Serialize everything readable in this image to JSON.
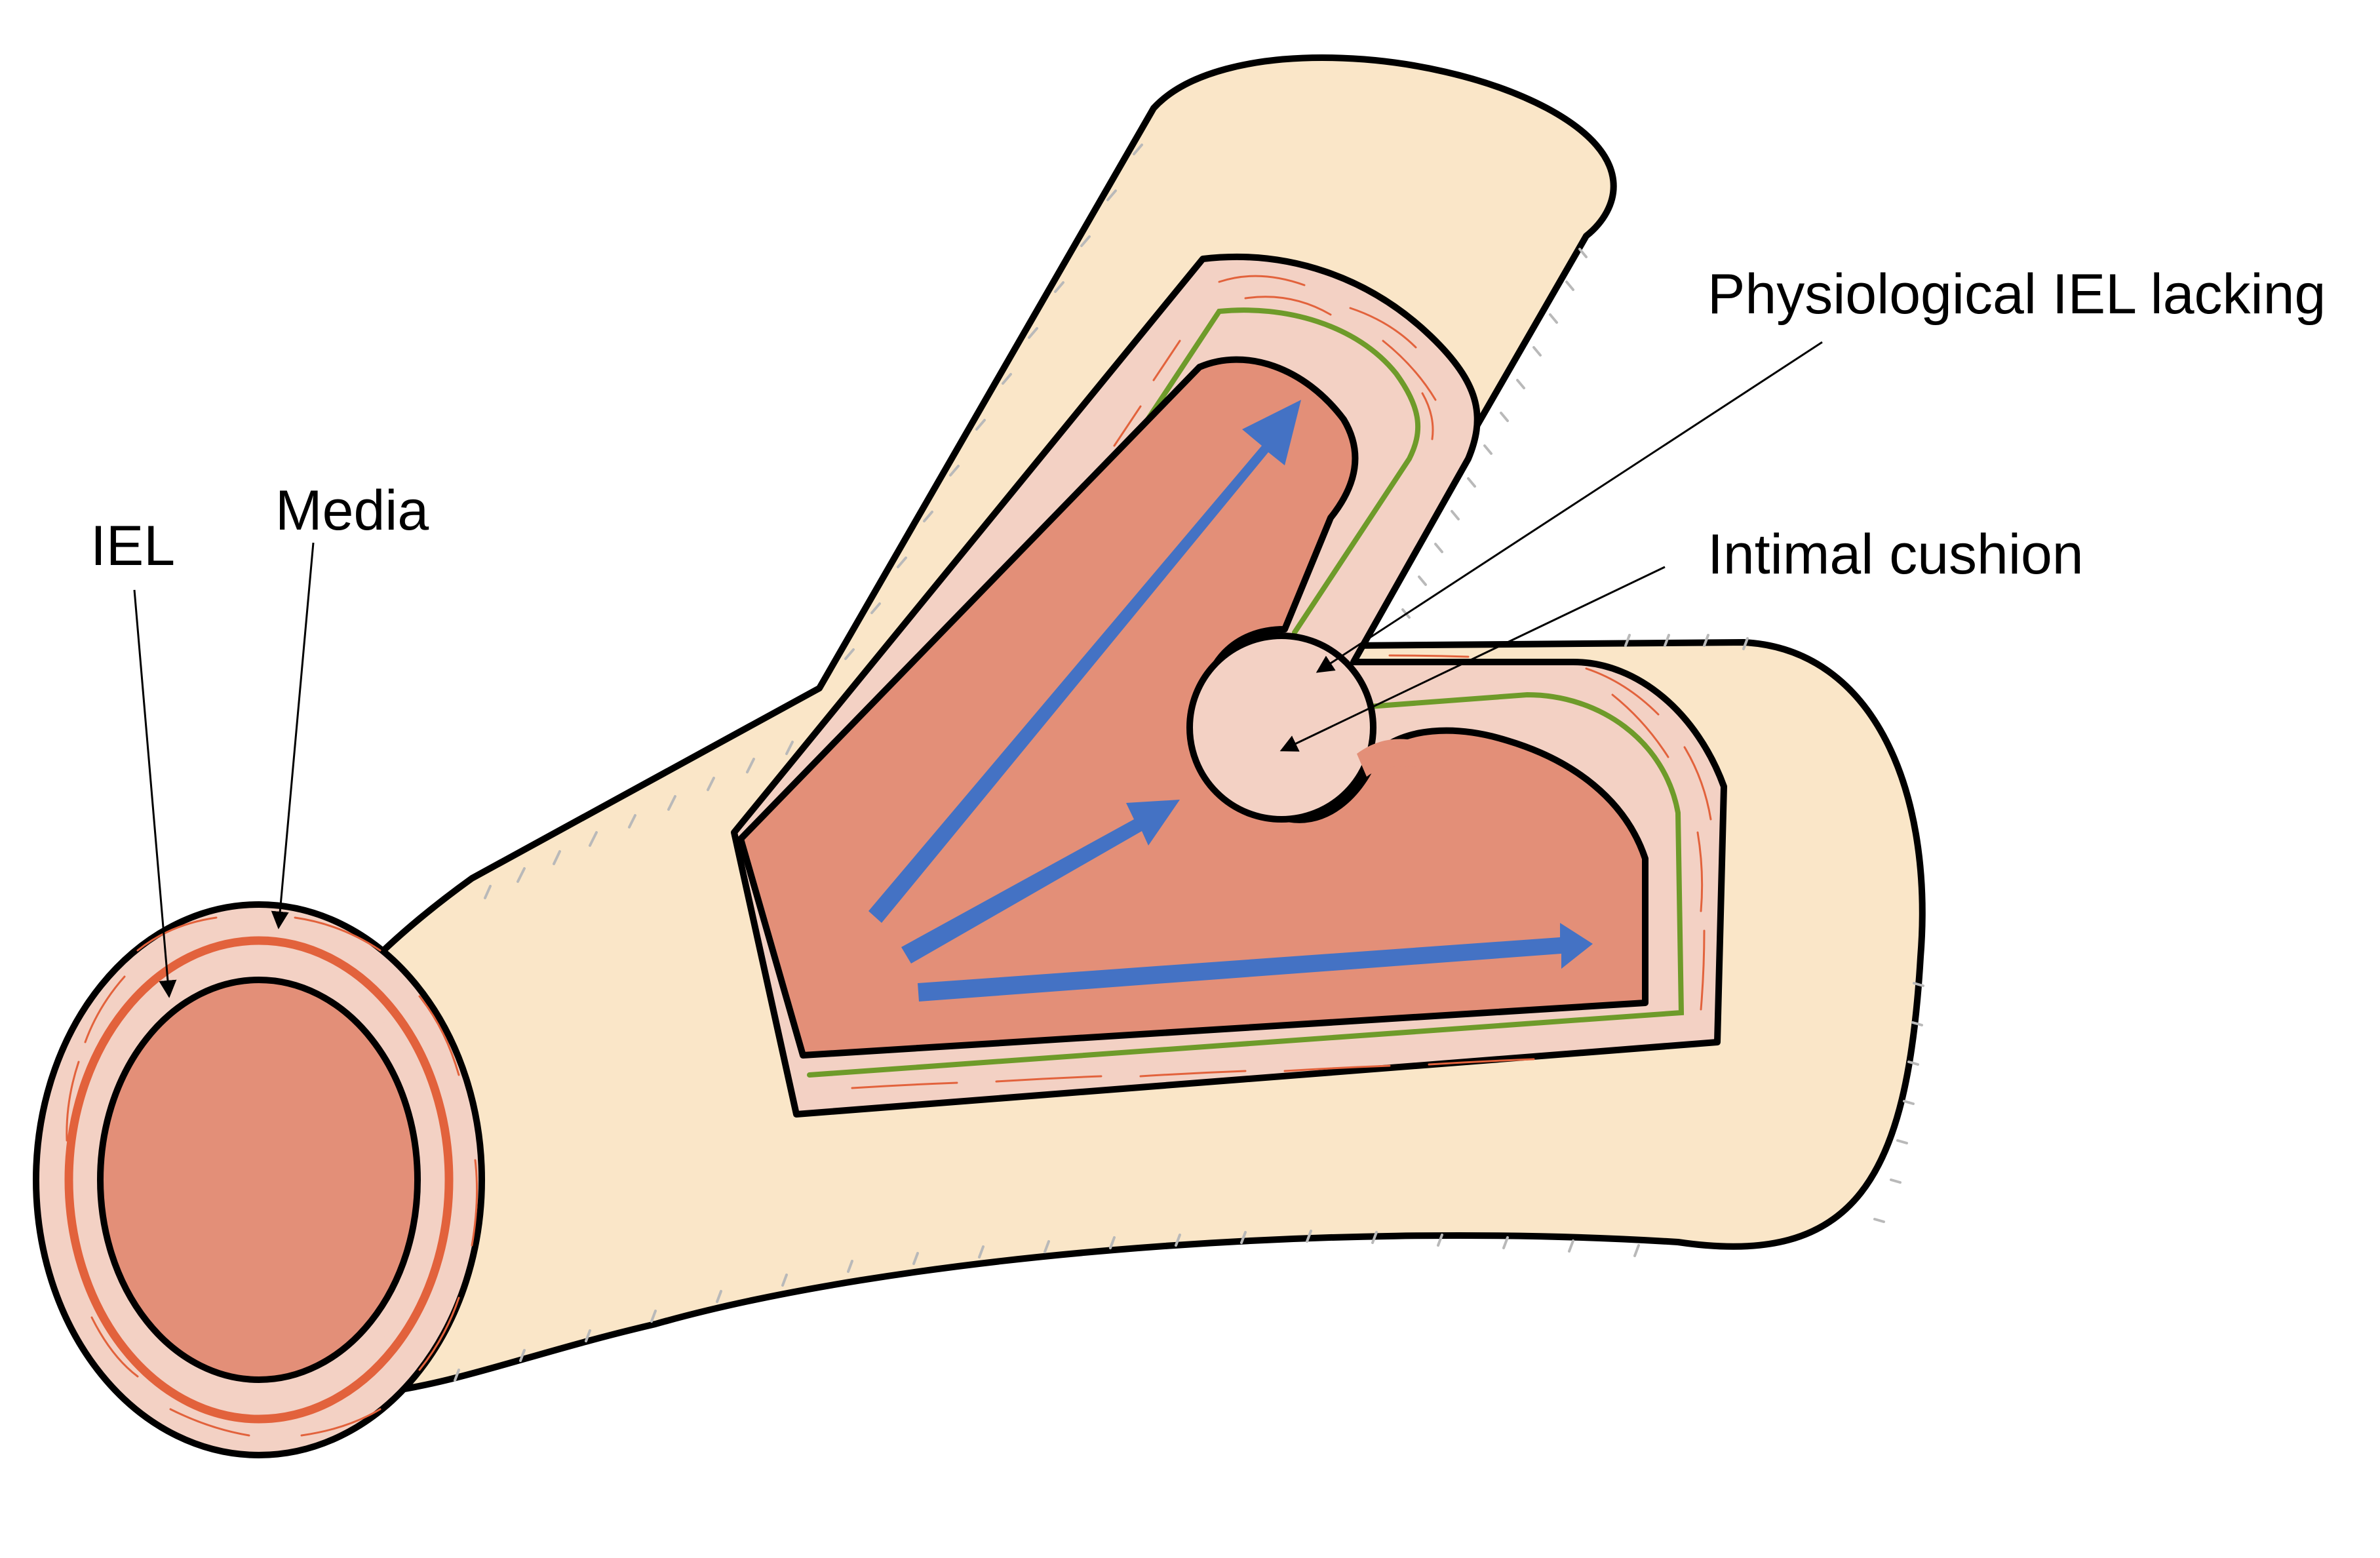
{
  "labels": {
    "iel": "IEL",
    "media": "Media",
    "physiological_iel_lacking": "Physiological IEL lacking",
    "intimal_cushion": "Intimal cushion"
  },
  "colors": {
    "adventitia": "#fae6c8",
    "media": "#f3d1c4",
    "lumen": "#e38f78",
    "iel_ring": "#e2623c",
    "iel_cut": "#6e9b2a",
    "flow_arrows": "#4472c4",
    "outline": "#000000",
    "hatching": "#b9b9b9"
  },
  "icons": {
    "flow": "blood-flow-arrow",
    "pointer": "label-pointer-arrow"
  }
}
